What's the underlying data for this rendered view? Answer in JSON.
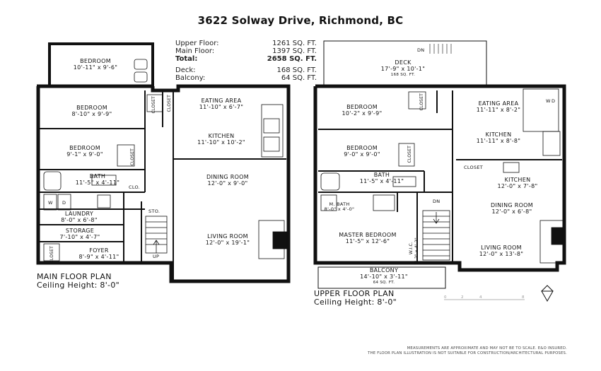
{
  "title": "3622 Solway Drive, Richmond, BC",
  "areas": [
    {
      "label": "Upper Floor:",
      "value": "1261 SQ. FT.",
      "bold": false
    },
    {
      "label": "Main Floor:",
      "value": "1397 SQ. FT.",
      "bold": false
    },
    {
      "label": "Total:",
      "value": "2658 SQ. FT.",
      "bold": true
    },
    {
      "label": "Deck:",
      "value": "168 SQ. FT.",
      "bold": false
    },
    {
      "label": "Balcony:",
      "value": "64 SQ. FT.",
      "bold": false
    }
  ],
  "main_floor": {
    "plan_name": "MAIN FLOOR PLAN",
    "ceiling": "Ceiling Height: 8'-0\"",
    "rooms": [
      {
        "name": "BEDROOM",
        "dim": "10'-11\" x 9'-6\""
      },
      {
        "name": "BEDROOM",
        "dim": "8'-10\" x 9'-9\""
      },
      {
        "name": "BEDROOM",
        "dim": "9'-1\" x 9'-0\""
      },
      {
        "name": "BATH",
        "dim": "11'-5\" x 4'-11\""
      },
      {
        "name": "LAUNDRY",
        "dim": "8'-0\" x 6'-8\""
      },
      {
        "name": "STORAGE",
        "dim": "7'-10\" x 4'-7\""
      },
      {
        "name": "FOYER",
        "dim": "8'-9\" x 4'-11\""
      },
      {
        "name": "EATING AREA",
        "dim": "11'-10\" x 6'-7\""
      },
      {
        "name": "KITCHEN",
        "dim": "11'-10\" x 10'-2\""
      },
      {
        "name": "DINING ROOM",
        "dim": "12'-0\" x 9'-0\""
      },
      {
        "name": "LIVING ROOM",
        "dim": "12'-0\" x 19'-1\""
      }
    ],
    "labels": {
      "closet": "CLOSET",
      "clo": "CLO.",
      "sto": "STO.",
      "up": "UP",
      "w": "W",
      "d": "D"
    }
  },
  "upper_floor": {
    "plan_name": "UPPER FLOOR PLAN",
    "ceiling": "Ceiling Height: 8'-0\"",
    "deck": {
      "name": "DECK",
      "dim": "17'-9\" x 10'-1\"",
      "area": "168 SQ. FT."
    },
    "balcony": {
      "name": "BALCONY",
      "dim": "14'-10\" x 3'-11\"",
      "area": "64 SQ. FT."
    },
    "rooms": [
      {
        "name": "BEDROOM",
        "dim": "10'-2\" x 9'-9\""
      },
      {
        "name": "BEDROOM",
        "dim": "9'-0\" x 9'-0\""
      },
      {
        "name": "BATH",
        "dim": "11'-5\" x 4'-11\""
      },
      {
        "name": "M. BATH",
        "dim": "8'-0\" x 4'-0\""
      },
      {
        "name": "MASTER BEDROOM",
        "dim": "11'-5\" x 12'-6\""
      },
      {
        "name": "EATING AREA",
        "dim": "11'-11\" x 8'-2\""
      },
      {
        "name": "KITCHEN",
        "dim": "11'-11\" x 8'-8\""
      },
      {
        "name": "KITCHEN",
        "dim": "12'-0\" x 7'-8\""
      },
      {
        "name": "DINING ROOM",
        "dim": "12'-0\" x 6'-8\""
      },
      {
        "name": "LIVING ROOM",
        "dim": "12'-0\" x 13'-8\""
      }
    ],
    "labels": {
      "closet": "CLOSET",
      "dn": "DN",
      "wic": "W.I.C.",
      "wic_dim": "3'-2\" x 4'-2\"",
      "w": "W",
      "d": "D"
    }
  },
  "scale": {
    "ticks": [
      "0",
      "2",
      "4",
      "8"
    ]
  },
  "disclaimer": [
    "MEASUREMENTS ARE APPROXIMATE AND MAY NOT BE TO SCALE. E&O INSURED.",
    "THE FLOOR PLAN ILLUSTRATION IS NOT SUITABLE FOR CONSTRUCTION/ARCHITECTURAL PURPOSES."
  ]
}
